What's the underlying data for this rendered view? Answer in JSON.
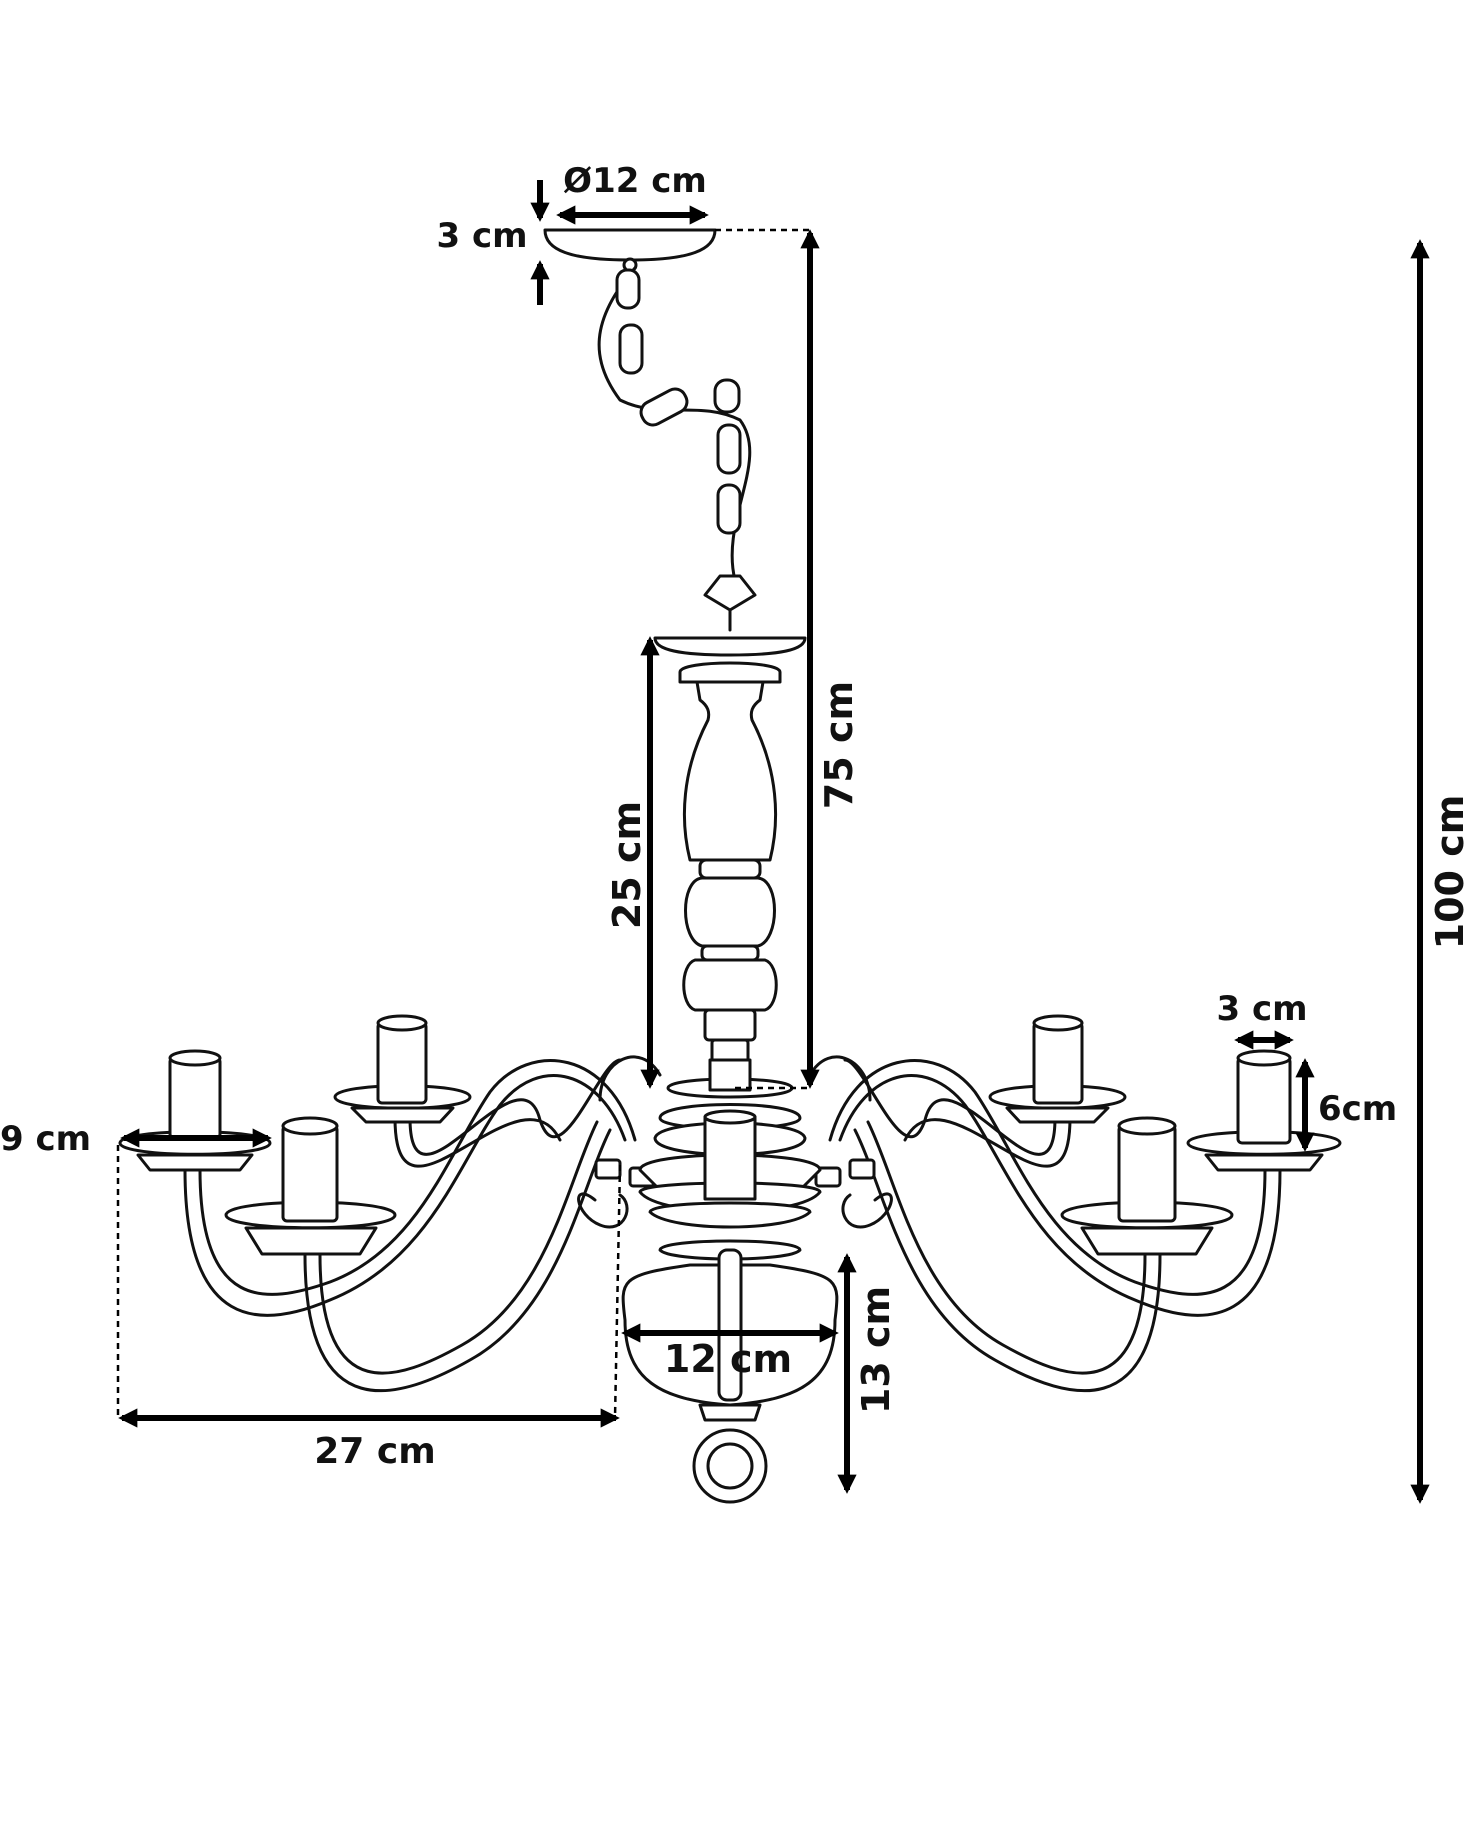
{
  "diagram": {
    "dimensions": {
      "canopy_diameter": "Ø12 cm",
      "canopy_height": "3 cm",
      "drop_length": "75 cm",
      "total_height": "100 cm",
      "stem_height": "25 cm",
      "cup_diameter": "9 cm",
      "arm_reach": "27 cm",
      "bottom_width": "12 cm",
      "bottom_height": "13 cm",
      "candle_width": "3 cm",
      "candle_height": "6cm"
    },
    "colors": {
      "line": "#111111",
      "background": "#ffffff"
    }
  }
}
